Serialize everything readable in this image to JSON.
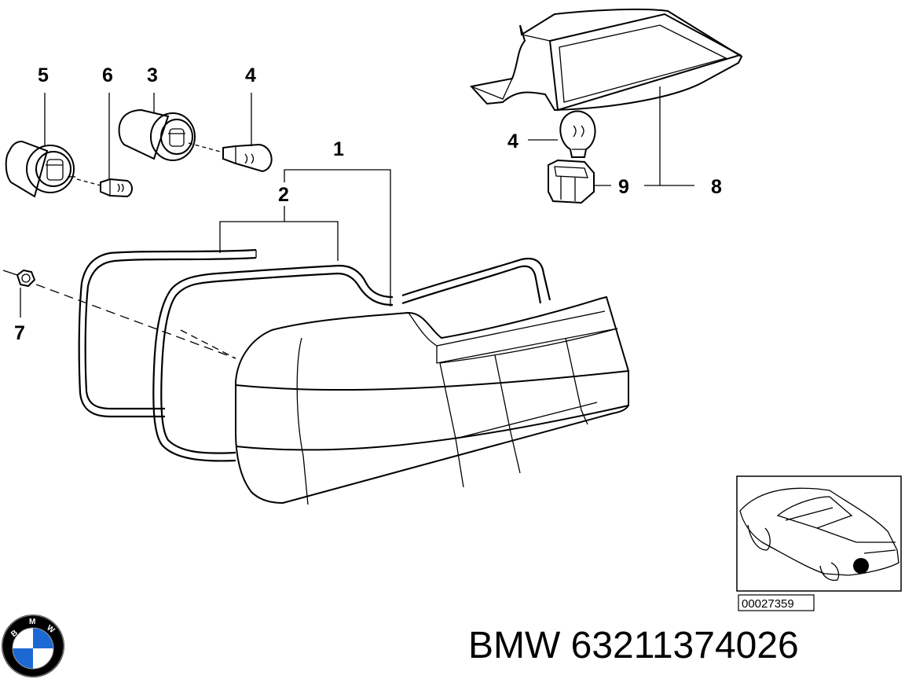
{
  "callouts": {
    "c5": "5",
    "c6": "6",
    "c3": "3",
    "c4a": "4",
    "c1": "1",
    "c2": "2",
    "c7": "7",
    "c4b": "4",
    "c9": "9",
    "c8": "8"
  },
  "inset": {
    "reference_id": "00027359"
  },
  "footer": {
    "part_number": "BMW 63211374026"
  },
  "logo": {
    "brand_letters": "BMW",
    "colors": {
      "blue": "#1c69d4",
      "ring": "#000000",
      "white": "#ffffff"
    }
  }
}
